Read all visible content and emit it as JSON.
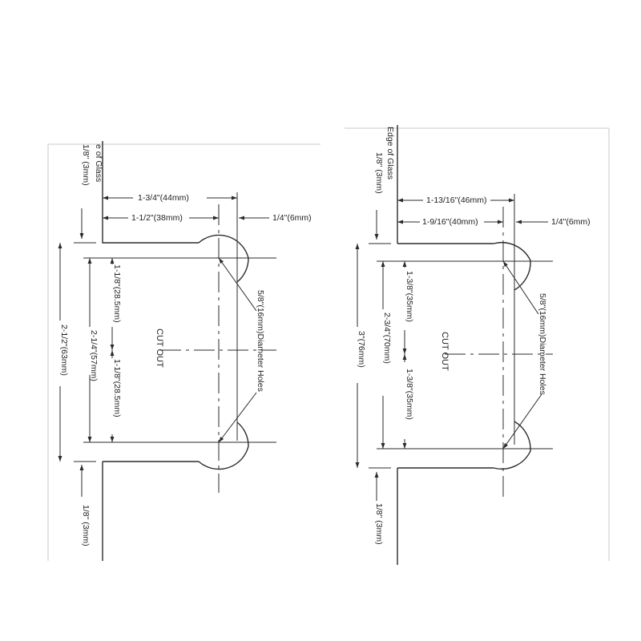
{
  "left_drawing": {
    "edge_label": "e of Glass",
    "gap_top": "1/8\" (3mm)",
    "gap_bottom": "1/8\" (3mm)",
    "width_overall": "1-3/4\"(44mm)",
    "width_to_hole": "1-1/2\"(38mm)",
    "hole_offset": "1/4\"(6mm)",
    "total_height": "2-1/2\"(63mm)",
    "cutout_height": "2-1/4\"(57mm)",
    "half_top": "1-1/8\"(28.5mm)",
    "half_bottom": "1-1/8\"(28.5mm)",
    "cutout_label": "CUT OUT",
    "hole_note": "5/8\"(16mm)Diameter Holes"
  },
  "right_drawing": {
    "edge_label": "Edge of Glass",
    "gap_top": "1/8\" (3mm)",
    "gap_bottom": "1/8\" (3mm)",
    "width_overall": "1-13/16\"(46mm)",
    "width_to_hole": "1-9/16\"(40mm)",
    "hole_offset": "1/4\"(6mm)",
    "total_height": "3\"(76mm)",
    "cutout_height": "2-3/4\"(70mm)",
    "half_top": "1-3/8\"(35mm)",
    "half_bottom": "1-3/8\"(35mm)",
    "cutout_label": "CUT OUT",
    "hole_note": "5/8\"(16mm)Diameter Holes"
  }
}
